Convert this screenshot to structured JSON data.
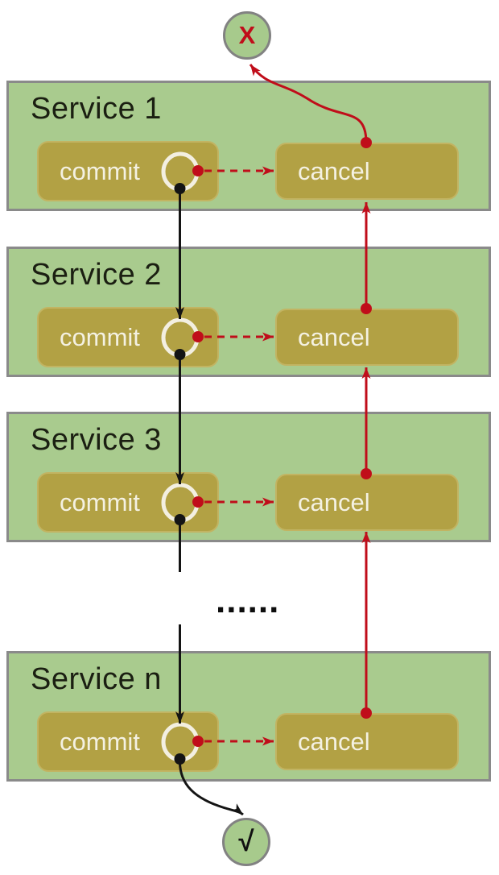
{
  "nodes": {
    "failure_label": "X",
    "success_label": "√"
  },
  "ellipsis": "......",
  "services": [
    {
      "name": "Service 1",
      "commit_label": "commit",
      "cancel_label": "cancel"
    },
    {
      "name": "Service 2",
      "commit_label": "commit",
      "cancel_label": "cancel"
    },
    {
      "name": "Service 3",
      "commit_label": "commit",
      "cancel_label": "cancel"
    },
    {
      "name": "Service n",
      "commit_label": "commit",
      "cancel_label": "cancel"
    }
  ],
  "colors": {
    "diagram_red": "#c00d1a",
    "line_black": "#141414",
    "box_fill": "#a9cb8e",
    "box_border": "#8a8a8a",
    "button_fill": "#b2a144",
    "button_border": "#c2b462",
    "button_text": "#f4f1e2",
    "ring_white": "#f3efe1",
    "node_fill": "#a7ca8c",
    "node_border": "#828282",
    "title_color": "#1b1f12"
  }
}
